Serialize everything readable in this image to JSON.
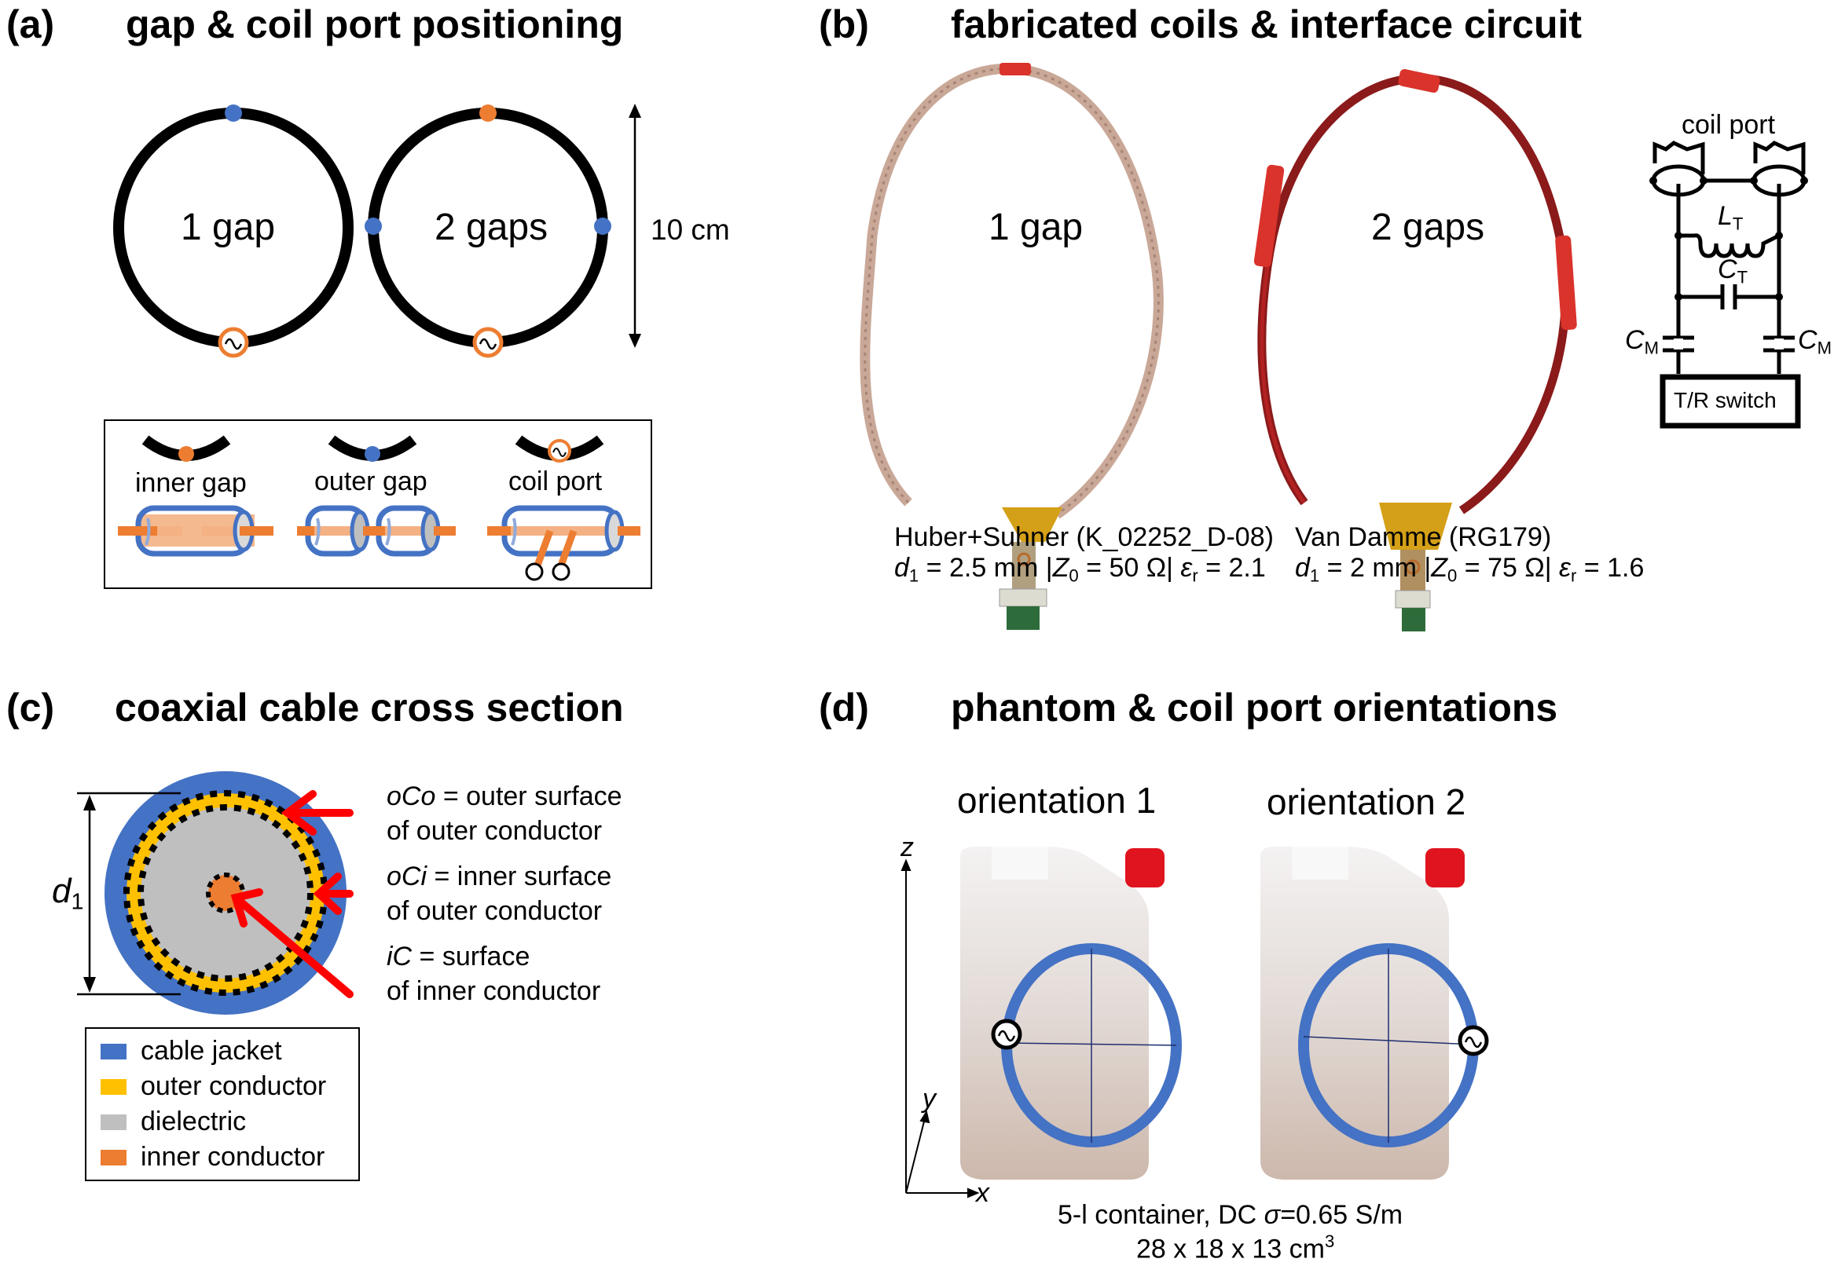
{
  "panels": {
    "a": {
      "label": "(a)",
      "title": "gap & coil port positioning",
      "coils": [
        {
          "label": "1 gap",
          "inner_gaps": 0,
          "outer_gaps": 1
        },
        {
          "label": "2 gaps",
          "inner_gaps": 1,
          "outer_gaps": 2
        }
      ],
      "dimension": "10 cm",
      "legend": [
        {
          "label": "inner gap"
        },
        {
          "label": "outer gap"
        },
        {
          "label": "coil port"
        }
      ]
    },
    "b": {
      "label": "(b)",
      "title": "fabricated coils & interface circuit",
      "coils": [
        {
          "label": "1 gap",
          "manufacturer": "Huber+Suhner (K_02252_D-08)",
          "d1": "2.5 mm",
          "Z0": "50 Ω",
          "er": "2.1"
        },
        {
          "label": "2 gaps",
          "manufacturer": "Van Damme (RG179)",
          "d1": "2 mm",
          "Z0": "75 Ω",
          "er": "1.6"
        }
      ],
      "circuit": {
        "port_label": "coil port",
        "inductor": {
          "symbol": "L",
          "subscript": "T"
        },
        "tune_cap": {
          "symbol": "C",
          "subscript": "T"
        },
        "match_cap_left": {
          "symbol": "C",
          "subscript": "M"
        },
        "match_cap_right": {
          "symbol": "C",
          "subscript": "M"
        },
        "switch_label": "T/R switch"
      }
    },
    "c": {
      "label": "(c)",
      "title": "coaxial cable cross section",
      "dimension": {
        "symbol": "d",
        "subscript": "1"
      },
      "annotations": [
        {
          "abbr": "oCo",
          "line1": " = outer surface",
          "line2": "of outer conductor"
        },
        {
          "abbr": "oCi",
          "line1": " = inner surface",
          "line2": "of outer conductor"
        },
        {
          "abbr": "iC",
          "line1": " = surface",
          "line2": "of inner conductor"
        }
      ],
      "legend": [
        {
          "label": "cable jacket",
          "color": "#4472C4"
        },
        {
          "label": "outer conductor",
          "color": "#FFC000"
        },
        {
          "label": "dielectric",
          "color": "#BFBFBF"
        },
        {
          "label": "inner conductor",
          "color": "#ED7D31"
        }
      ]
    },
    "d": {
      "label": "(d)",
      "title": "phantom & coil port orientations",
      "orientations": [
        {
          "label": "orientation 1",
          "port_side": "left"
        },
        {
          "label": "orientation 2",
          "port_side": "right"
        }
      ],
      "axes": {
        "z": "z",
        "y": "y",
        "x": "x"
      },
      "caption_line1_pre": "5-l container, DC ",
      "caption_sigma": "σ",
      "caption_line1_post": "=0.65 S/m",
      "caption_line2": "28 x 18 x 13 cm",
      "caption_line2_sup": "3"
    }
  },
  "colors": {
    "blue": "#4472C4",
    "orange": "#ED7D31",
    "yellow": "#FFC000",
    "gray": "#BFBFBF",
    "red_arrow": "#FF0000",
    "copper_cable": "#C9A898",
    "red_cable": "#8B1A1A",
    "red_tape": "#D9332B",
    "kapton": "#D4A017",
    "pcb_green": "#2E6B3A"
  }
}
